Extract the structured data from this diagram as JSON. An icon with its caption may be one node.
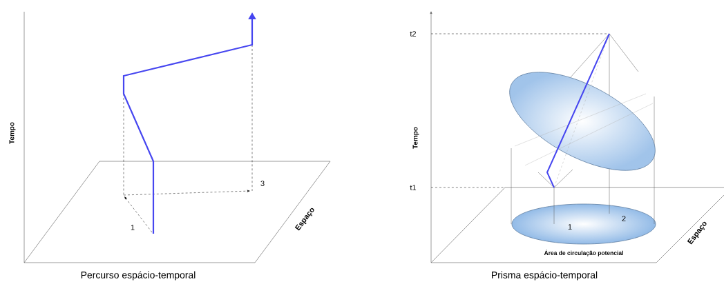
{
  "diagram": {
    "labels": [
      "Tempo",
      "3",
      "1",
      "Espaço",
      "Percurso espácio-temporal",
      "t2",
      "Tempo",
      "t1",
      "1",
      "2",
      "Espaço",
      "Área de circulação potencial",
      "Prisma espácio-temporal"
    ]
  }
}
